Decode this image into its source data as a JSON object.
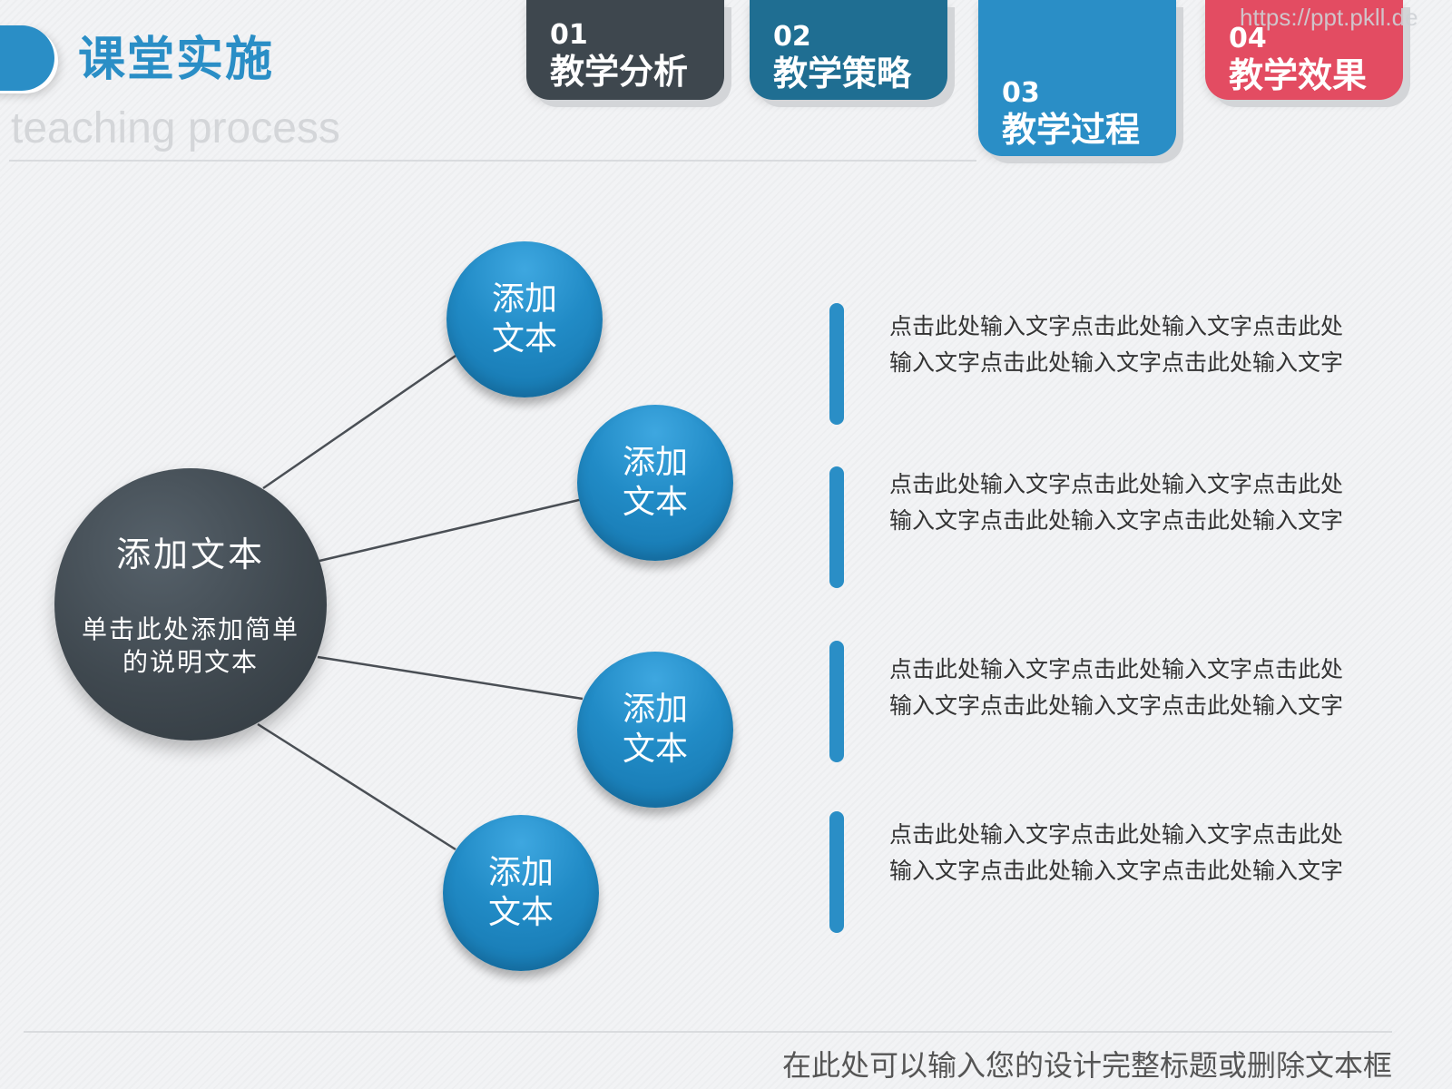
{
  "header": {
    "title": "课堂实施",
    "subtitle": "teaching process"
  },
  "tabs": [
    {
      "num": "01",
      "label": "教学分析",
      "color": "#3e474e"
    },
    {
      "num": "02",
      "label": "教学策略",
      "color": "#1f6e92"
    },
    {
      "num": "03",
      "label": "教学过程",
      "color": "#2a8ec6",
      "active": true
    },
    {
      "num": "04",
      "label": "教学效果",
      "color": "#e34c62"
    }
  ],
  "watermark": "https://ppt.pkll.de",
  "diagram": {
    "hub": {
      "title": "添加文本",
      "description": "单击此处添加简单的说明文本"
    },
    "nodes": [
      {
        "label": "添加文本"
      },
      {
        "label": "添加文本"
      },
      {
        "label": "添加文本"
      },
      {
        "label": "添加文本"
      }
    ]
  },
  "descriptions": [
    "点击此处输入文字点击此处输入文字点击此处输入文字点击此处输入文字点击此处输入文字",
    "点击此处输入文字点击此处输入文字点击此处输入文字点击此处输入文字点击此处输入文字",
    "点击此处输入文字点击此处输入文字点击此处输入文字点击此处输入文字点击此处输入文字",
    "点击此处输入文字点击此处输入文字点击此处输入文字点击此处输入文字点击此处输入文字"
  ],
  "footer": "在此处可以输入您的设计完整标题或删除文本框",
  "colors": {
    "accent_blue": "#2a8ec6",
    "dark_slate": "#3e474e",
    "red": "#e34c62"
  }
}
